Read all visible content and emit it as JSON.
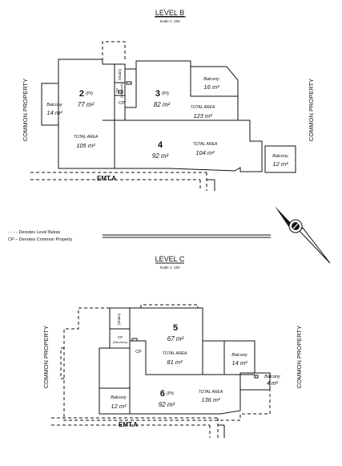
{
  "level_b": {
    "title": "LEVEL B",
    "scale": "Scale 1: 150",
    "common_left": "COMMON PROPERTY",
    "common_right": "COMMON PROPERTY",
    "easement": "EMT.A",
    "lot2": {
      "num": "2",
      "suffix": "(Pt)",
      "area": "77 m²"
    },
    "lot3": {
      "num": "3",
      "suffix": "(Pt)",
      "area": "82 m²"
    },
    "lot4": {
      "num": "4",
      "area": "92 m²"
    },
    "balcony_left": {
      "label": "Balcony",
      "area": "14 m²"
    },
    "balcony_top": {
      "label": "Balcony",
      "area": "16 m²"
    },
    "balcony_right": {
      "label": "Balcony",
      "area": "12 m²"
    },
    "total_area_label": "TOTAL AREA",
    "total_lot2": "105 m²",
    "total_lot3": "123 m²",
    "total_lot4": "104 m²",
    "stairs": "(Stairs)",
    "cp_services": "CP",
    "cp_services_sub": "(Services)",
    "cp": "CP"
  },
  "legend": {
    "dashed": "- - - - Denotes Level Below",
    "cp": "CP  –  Denotes Common Property"
  },
  "level_c": {
    "title": "LEVEL C",
    "scale": "Scale 1: 150",
    "common_left": "COMMON PROPERTY",
    "common_right": "COMMON PROPERTY",
    "easement": "EMT.A",
    "lot5": {
      "num": "5",
      "area": "67 m²"
    },
    "lot6": {
      "num": "6",
      "suffix": "(Pt)",
      "area": "92 m²"
    },
    "balcony_mid": {
      "label": "Balcony",
      "area": "14 m²"
    },
    "balcony_right": {
      "label": "Balcony",
      "area": "4 m²"
    },
    "balcony_bottom": {
      "label": "Balcony",
      "area": "12 m²"
    },
    "total_area_label": "TOTAL AREA",
    "total_lot5": "81 m²",
    "total_lot6": "136 m²",
    "stairs": "(Stairs)",
    "cp_services": "CP",
    "cp_services_sub": "(Services)",
    "cp": "CP"
  }
}
